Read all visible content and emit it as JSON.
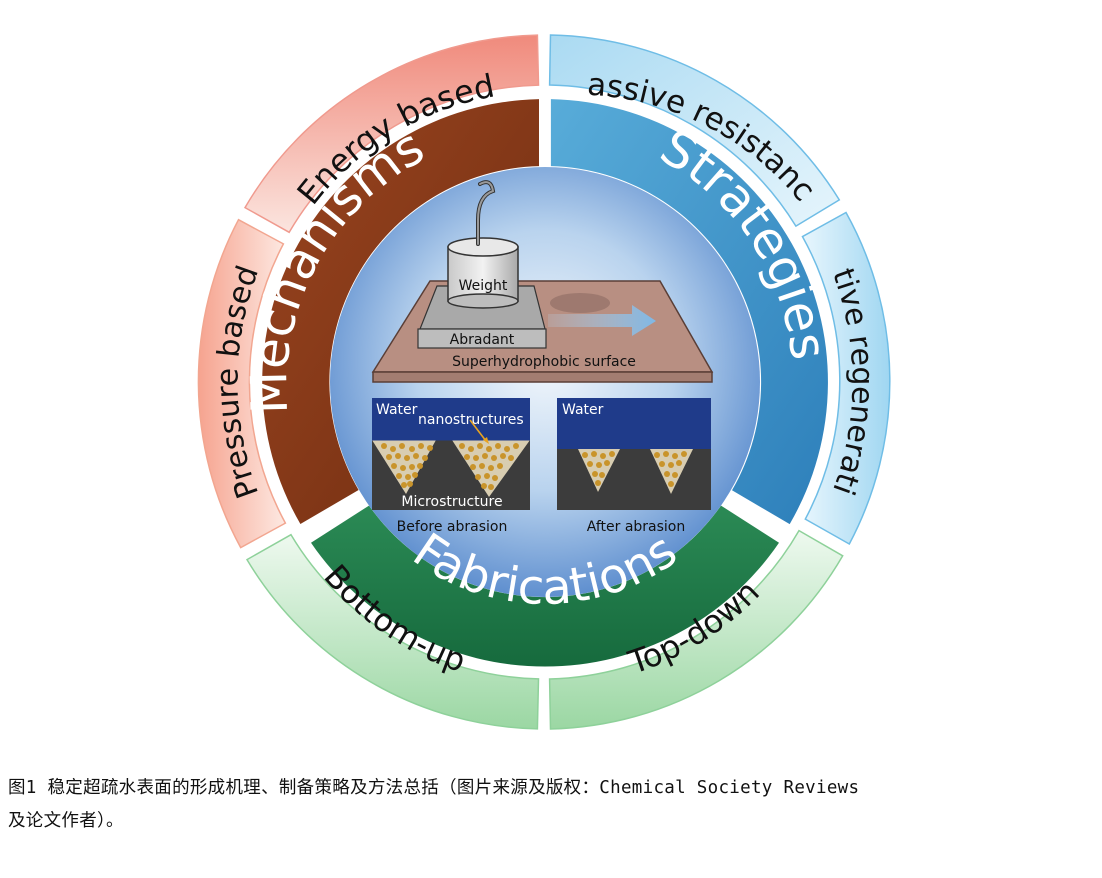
{
  "diagram": {
    "outer": {
      "energy": "Energy based",
      "pressure": "Pressure based",
      "passive": "Passive resistance",
      "active": "Active regeneration",
      "bottom_up": "Bottom-up",
      "top_down": "Top-down"
    },
    "inner": {
      "mechanisms": "Mechanisms",
      "strategies": "Strategies",
      "fabrications": "Fabrications"
    },
    "center": {
      "weight": "Weight",
      "abradant": "Abradant",
      "surface": "Superhydrophobic surface",
      "before": {
        "water": "Water",
        "nanostructures": "nanostructures",
        "microstructure": "Microstructure",
        "caption": "Before abrasion"
      },
      "after": {
        "water": "Water",
        "caption": "After abrasion"
      }
    },
    "colors": {
      "mechanisms": "#8a3a16",
      "strategies": "#3f95cc",
      "fabrications": "#1e7a4a",
      "energy": "#f08a7c",
      "passive": "#6fbde6",
      "bottom": "#8ed19a"
    }
  },
  "caption": {
    "line1": "图1 稳定超疏水表面的形成机理、制备策略及方法总括（图片来源及版权：Chemical Society Reviews",
    "line2": "及论文作者）。"
  }
}
